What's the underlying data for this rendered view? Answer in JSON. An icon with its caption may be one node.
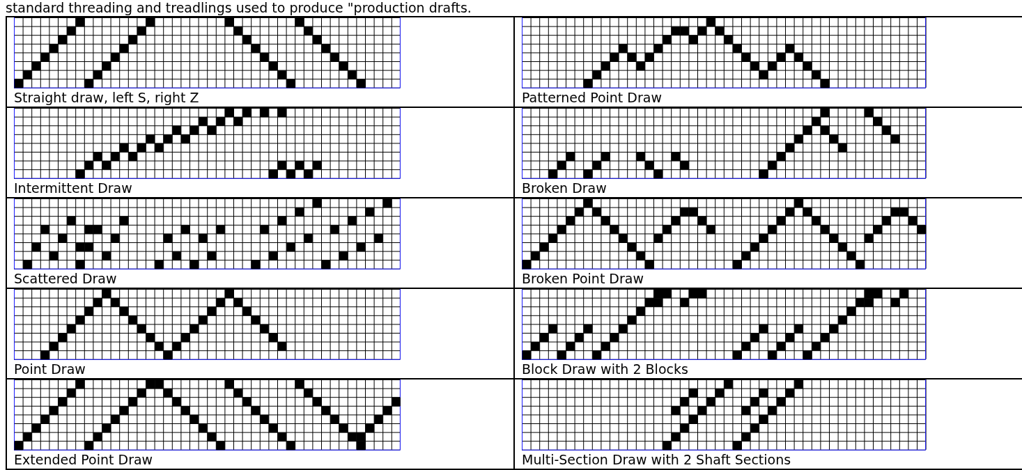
{
  "diagram": {
    "labels": [
      "standard threading and treadlings used to produce \"production drafts.",
      "Straight draw, left S, right Z",
      "Patterned Point Draw",
      "Intermittent Draw",
      "Broken Draw",
      "Scattered Draw",
      "Broken Point Draw",
      "Point Draw",
      "Block Draw with 2 Blocks",
      "Extended Point Draw",
      "Multi-Section Draw with 2 Shaft Sections"
    ]
  }
}
